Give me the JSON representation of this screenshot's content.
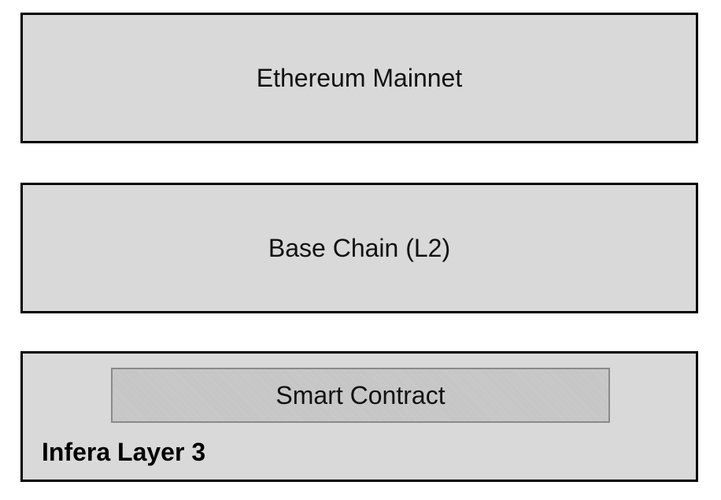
{
  "diagram": {
    "layers": [
      {
        "label": "Ethereum Mainnet"
      },
      {
        "label": "Base Chain (L2)"
      },
      {
        "label": "Infera Layer 3",
        "inner_component": "Smart Contract"
      }
    ]
  },
  "colors": {
    "box_fill": "#d9d9d9",
    "box_border": "#000000",
    "contract_fill": "#c8c8c8",
    "contract_border": "#8a8a8a"
  }
}
